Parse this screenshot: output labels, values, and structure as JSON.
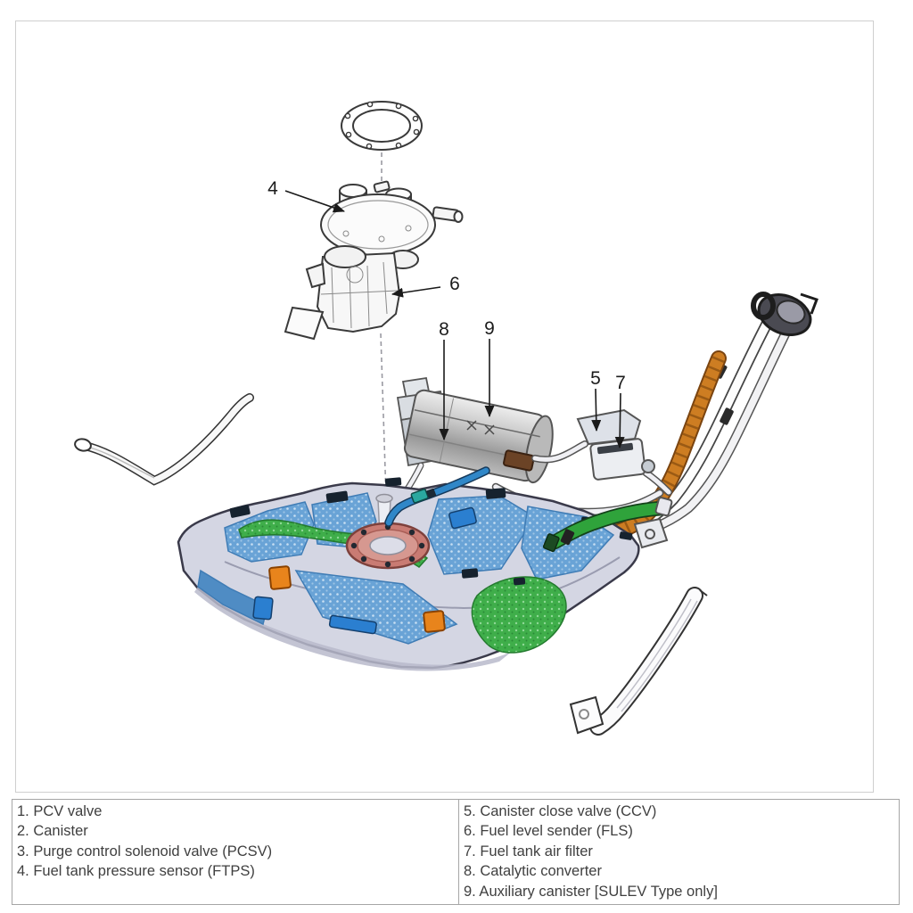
{
  "figure": {
    "type": "exploded-parts-diagram",
    "subject": "Fuel tank and evaporative emission components",
    "callouts": [
      {
        "number": "4",
        "target": "Fuel tank pressure sensor (FTPS)"
      },
      {
        "number": "6",
        "target": "Fuel level sender (FLS)"
      },
      {
        "number": "8",
        "target": "Catalytic converter"
      },
      {
        "number": "9",
        "target": "Auxiliary canister [SULEV Type only]"
      },
      {
        "number": "5",
        "target": "Canister close valve (CCV)"
      },
      {
        "number": "7",
        "target": "Fuel tank air filter"
      }
    ],
    "colors": {
      "tank_body": "#d4d6e3",
      "tank_panel_blue": "#69a3d6",
      "green_patch": "#3fae4a",
      "green_hose": "#2fa33b",
      "blue_hose": "#3087c8",
      "orange_sleeve": "#cd7d22",
      "orange_pad": "#e8841c",
      "canister_gray": "#b5b5b5",
      "lock_ring_red": "#c97b73"
    }
  },
  "legend": {
    "left_items": [
      "1. PCV valve",
      "2. Canister",
      "3. Purge control solenoid valve (PCSV)",
      "4. Fuel tank pressure sensor (FTPS)"
    ],
    "right_items": [
      "5. Canister close valve (CCV)",
      "6. Fuel level sender (FLS)",
      "7. Fuel tank air filter",
      "8. Catalytic converter",
      "9. Auxiliary canister [SULEV Type only]"
    ]
  }
}
